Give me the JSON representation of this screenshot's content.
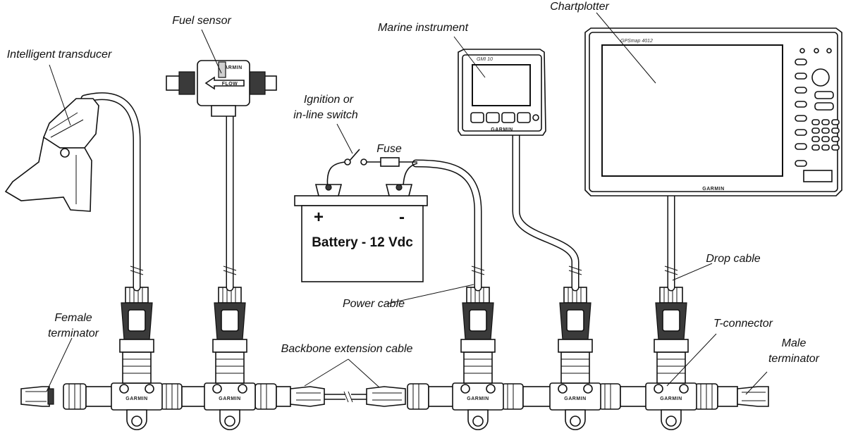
{
  "labels": {
    "intelligent_transducer": "Intelligent transducer",
    "fuel_sensor": "Fuel sensor",
    "marine_instrument": "Marine instrument",
    "chartplotter": "Chartplotter",
    "ignition_line1": "Ignition or",
    "ignition_line2": "in-line switch",
    "fuse": "Fuse",
    "battery": "Battery - 12 Vdc",
    "battery_plus": "+",
    "battery_minus": "-",
    "power_cable": "Power cable",
    "drop_cable": "Drop cable",
    "female_terminator_line1": "Female",
    "female_terminator_line2": "terminator",
    "backbone_extension_cable": "Backbone extension cable",
    "t_connector": "T-connector",
    "male_terminator_line1": "Male",
    "male_terminator_line2": "terminator"
  },
  "device_text": {
    "brand": "GARMIN",
    "flow": "FLOW",
    "instrument_model": "GMI 10",
    "chartplotter_model": "GPSmap 4012"
  }
}
